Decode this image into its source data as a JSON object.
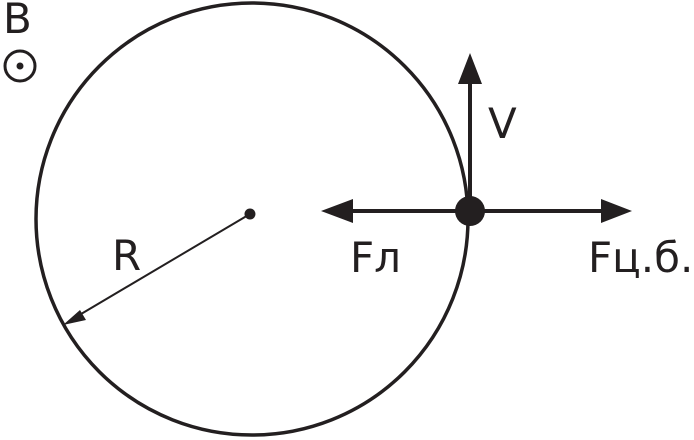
{
  "diagram": {
    "field": {
      "label": "B",
      "icon": "out-of-page-dot-icon"
    },
    "circle": {
      "radius_label": "R"
    },
    "particle": {
      "velocity_label": "V"
    },
    "forces": {
      "lorentz_label": "Fл",
      "centrifugal_label": "Fц.б."
    },
    "colors": {
      "stroke": "#231f20",
      "background": "#ffffff"
    }
  }
}
